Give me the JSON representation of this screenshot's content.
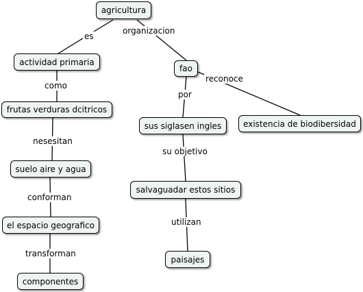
{
  "concept_map": {
    "nodes": [
      {
        "id": "agricultura",
        "label": "agricultura"
      },
      {
        "id": "actividad",
        "label": "actividad primaria"
      },
      {
        "id": "frutas",
        "label": "frutas verduras dcitricos"
      },
      {
        "id": "suelo",
        "label": "suelo aire y agua"
      },
      {
        "id": "espacio",
        "label": "el espacio geografico"
      },
      {
        "id": "componentes",
        "label": "componentes"
      },
      {
        "id": "fao",
        "label": "fao"
      },
      {
        "id": "siglas",
        "label": "sus siglasen ingles"
      },
      {
        "id": "salvaguadar",
        "label": "salvaguadar estos sitios"
      },
      {
        "id": "paisajes",
        "label": "paisajes"
      },
      {
        "id": "biodiversidad",
        "label": "existencia de biodibersidad"
      }
    ],
    "links": [
      {
        "label": "es",
        "from": "agricultura",
        "to": "actividad"
      },
      {
        "label": "organizacion",
        "from": "agricultura",
        "to": "fao"
      },
      {
        "label": "como",
        "from": "actividad",
        "to": "frutas"
      },
      {
        "label": "nesesitan",
        "from": "frutas",
        "to": "suelo"
      },
      {
        "label": "conforman",
        "from": "suelo",
        "to": "espacio"
      },
      {
        "label": "transforman",
        "from": "espacio",
        "to": "componentes"
      },
      {
        "label": "por",
        "from": "fao",
        "to": "siglas"
      },
      {
        "label": "reconoce",
        "from": "fao",
        "to": "biodiversidad"
      },
      {
        "label": "su objetivo",
        "from": "siglas",
        "to": "salvaguadar"
      },
      {
        "label": "utilizan",
        "from": "salvaguadar",
        "to": "paisajes"
      }
    ]
  }
}
